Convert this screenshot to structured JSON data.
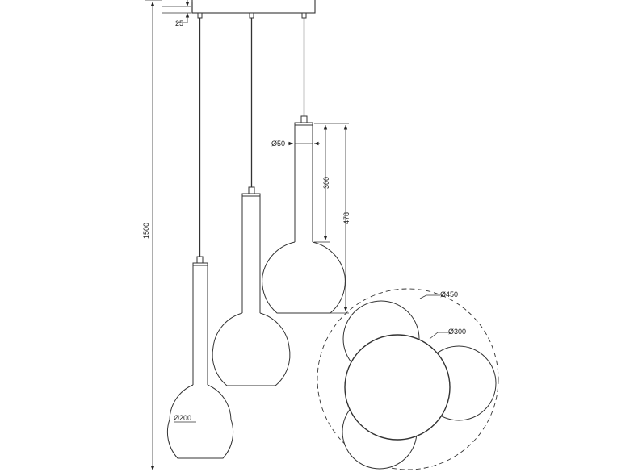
{
  "dimensions": {
    "total_height": "1500",
    "canopy_height": "25",
    "pipe_diameter": "Ø50",
    "pipe_length": "300",
    "pendant_height": "478",
    "globe_diameter": "Ø200",
    "canopy_diameter": "Ø450",
    "top_view_globe_diameter": "Ø300"
  }
}
